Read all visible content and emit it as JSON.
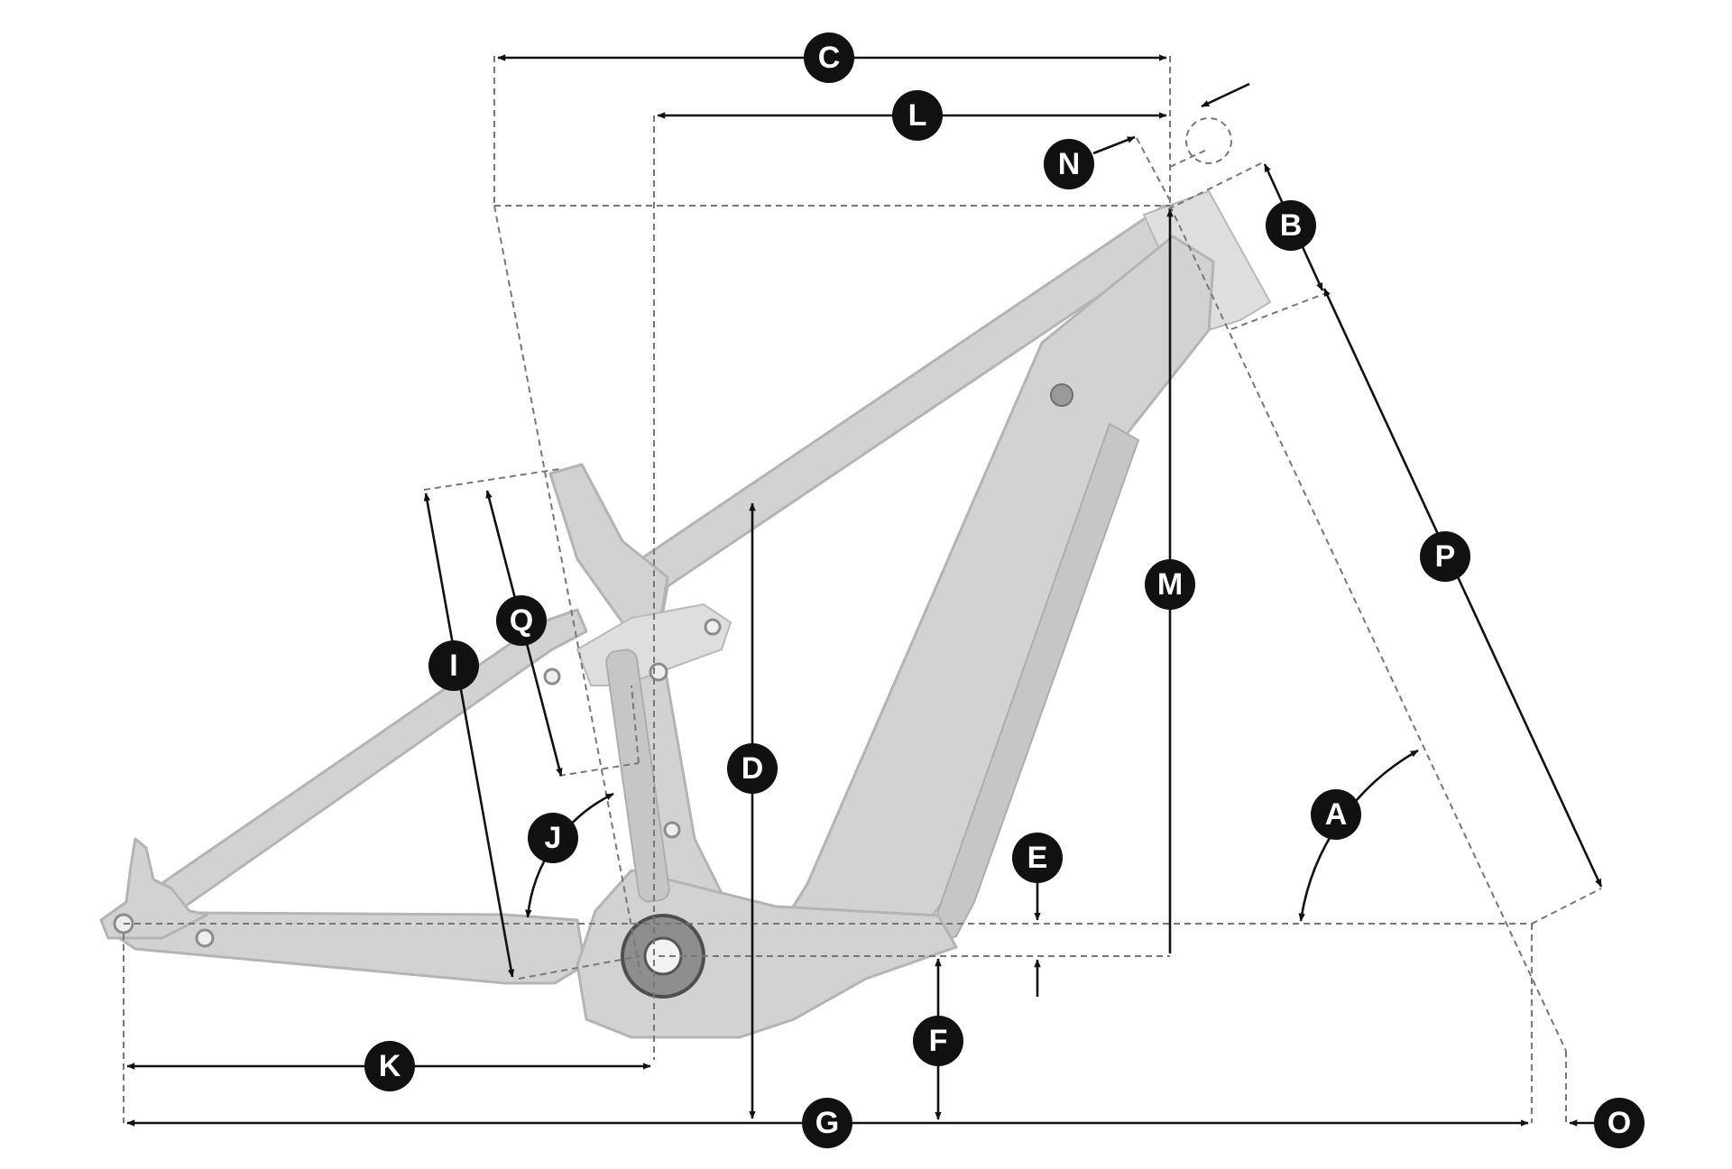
{
  "diagram": {
    "labels": {
      "A": "A",
      "B": "B",
      "C": "C",
      "D": "D",
      "E": "E",
      "F": "F",
      "G": "G",
      "I": "I",
      "J": "J",
      "K": "K",
      "L": "L",
      "M": "M",
      "N": "N",
      "O": "O",
      "P": "P",
      "Q": "Q"
    },
    "colors": {
      "frame": "#d2d2d2",
      "frame_outline": "#b4b4b4",
      "dimension_line": "#111111",
      "guide_line": "#777777",
      "marker_fill": "#111111",
      "marker_text": "#ffffff"
    }
  }
}
